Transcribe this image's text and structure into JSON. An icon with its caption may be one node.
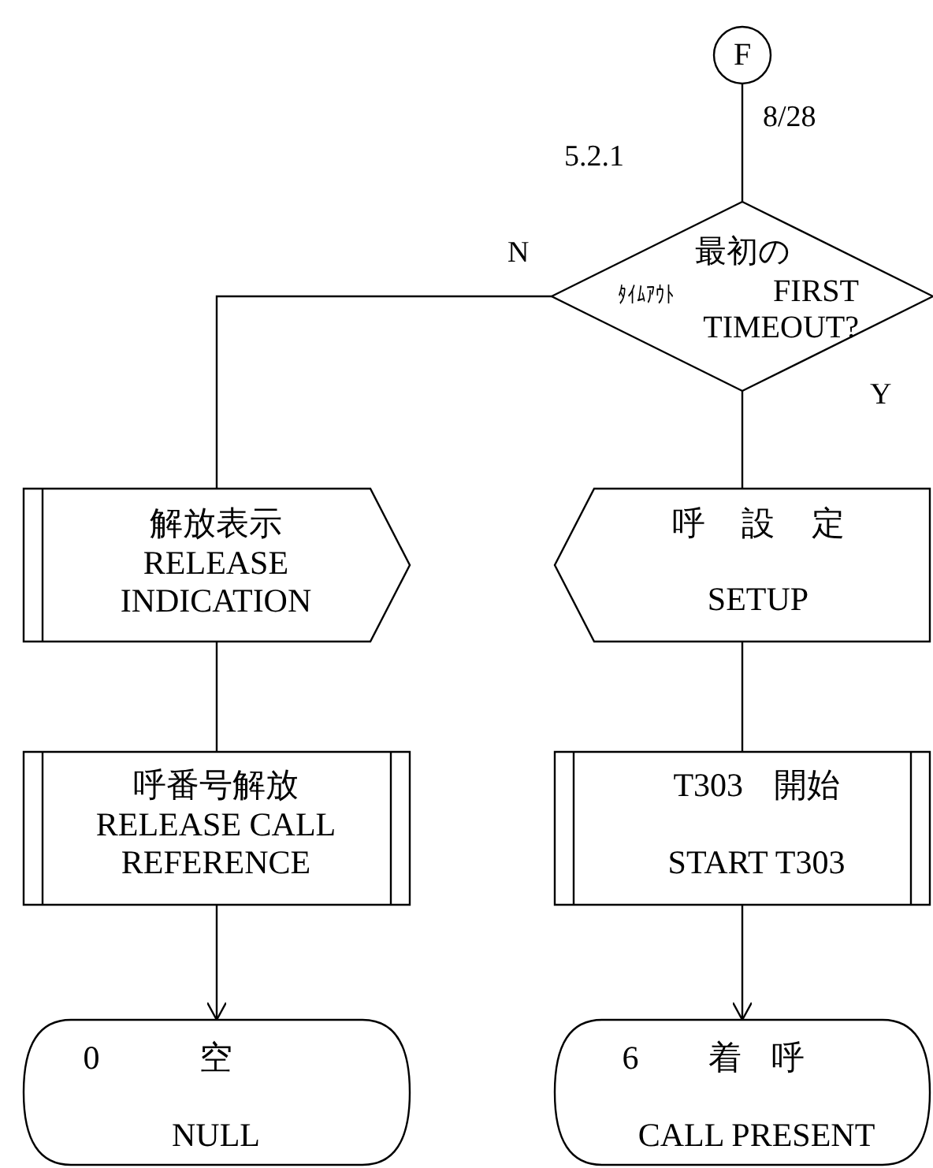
{
  "diagram": {
    "nodes": [
      {
        "text": [
          "F"
        ]
      },
      {
        "text": [
          "最初の",
          "ﾀｲﾑｱｳﾄ",
          "FIRST TIMEOUT?"
        ]
      },
      {
        "text": [
          "解放表示",
          "RELEASE INDICATION"
        ]
      },
      {
        "text": [
          "呼 設 定",
          "SETUP"
        ]
      },
      {
        "text": [
          "呼番号解放",
          "RELEASE CALL REFERENCE"
        ]
      },
      {
        "text": [
          "T303 開始",
          "START T303"
        ]
      },
      {
        "text": [
          "0",
          "空",
          "NULL"
        ]
      },
      {
        "text": [
          "6",
          "着 呼",
          "CALL PRESENT"
        ]
      }
    ],
    "edges": [
      {
        "from": 0,
        "to": 1,
        "arrow": "none"
      },
      {
        "from": 1,
        "to": 2,
        "arrow": "none",
        "label": "N"
      },
      {
        "from": 1,
        "to": 3,
        "arrow": "none",
        "label": "Y"
      },
      {
        "from": 2,
        "to": 4,
        "arrow": "none"
      },
      {
        "from": 3,
        "to": 5,
        "arrow": "none"
      },
      {
        "from": 4,
        "to": 6,
        "arrow": "to"
      },
      {
        "from": 5,
        "to": 7,
        "arrow": "to"
      }
    ],
    "labels": [
      "5.2.1",
      "8/28"
    ]
  }
}
